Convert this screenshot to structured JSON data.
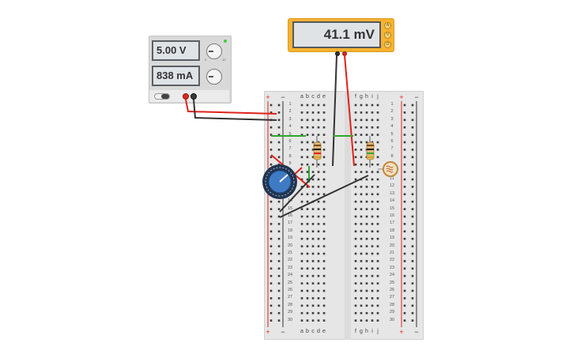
{
  "power_supply": {
    "voltage_display": "5.00 V",
    "current_display": "838 mA",
    "knob_min_label": "0",
    "knob_max_label": "10"
  },
  "multimeter": {
    "display": "41.1 mV",
    "mode_buttons": [
      "A",
      "V",
      "Ω"
    ]
  },
  "breadboard": {
    "column_letters_left": [
      "a",
      "b",
      "c",
      "d",
      "e"
    ],
    "column_letters_right": [
      "f",
      "g",
      "h",
      "i",
      "j"
    ],
    "rail_plus": "+",
    "rail_minus": "−",
    "rows": 30
  },
  "colors": {
    "wire_red": "#e0221a",
    "wire_black": "#333333",
    "wire_green": "#2ea82e",
    "rail_red": "#e0221a",
    "potentiometer": "#3f7bc5",
    "multimeter_case": "#f6b230"
  },
  "components": {
    "potentiometer": "potentiometer-icon",
    "resistor": "resistor-icon",
    "photoresistor": "photoresistor-icon"
  }
}
